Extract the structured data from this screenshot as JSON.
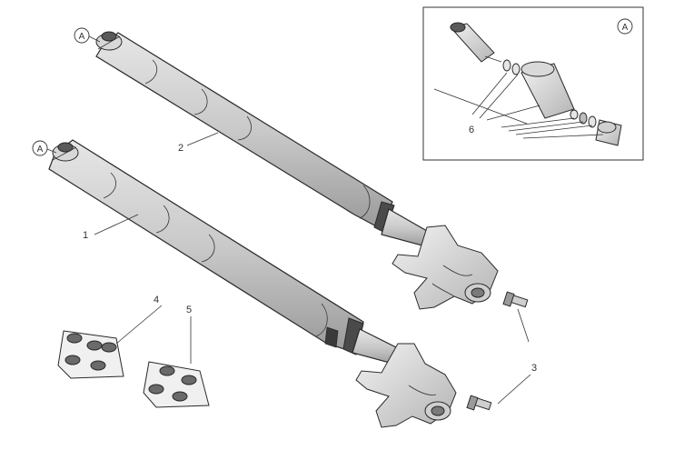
{
  "diagram": {
    "callouts": {
      "c1": "1",
      "c2": "2",
      "c3": "3",
      "c4": "4",
      "c5": "5",
      "c6": "6",
      "detailA_top": "A",
      "detailA_left": "A",
      "detailA_inset": "A"
    }
  }
}
